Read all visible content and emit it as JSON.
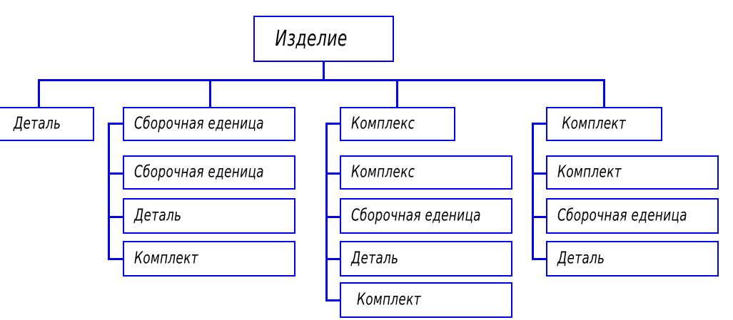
{
  "diagram": {
    "title_text": "Изделие",
    "line_color": "#0000ee",
    "text_color": "#000000",
    "background": "#ffffff",
    "root": {
      "label": "Изделие"
    },
    "branches": [
      {
        "name": "branch-detal",
        "head": {
          "label": "Деталь"
        },
        "children": []
      },
      {
        "name": "branch-sborochnaya-edenica",
        "head": {
          "label": "Сборочная еденица"
        },
        "children": [
          {
            "label": "Сборочная еденица"
          },
          {
            "label": "Деталь"
          },
          {
            "label": "Комплект"
          }
        ]
      },
      {
        "name": "branch-kompleks",
        "head": {
          "label": "Комплекс"
        },
        "children": [
          {
            "label": "Комплекс"
          },
          {
            "label": "Сборочная еденица"
          },
          {
            "label": "Деталь"
          },
          {
            "label": "Комплект"
          }
        ]
      },
      {
        "name": "branch-komplekt",
        "head": {
          "label": "Комплект"
        },
        "children": [
          {
            "label": "Комплект"
          },
          {
            "label": "Сборочная еденица"
          },
          {
            "label": "Деталь"
          }
        ]
      }
    ]
  }
}
